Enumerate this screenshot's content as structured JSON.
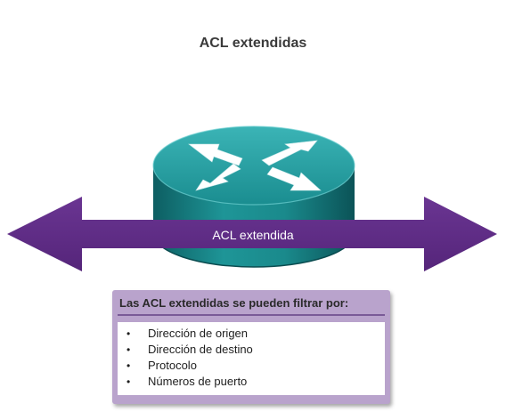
{
  "title": "ACL extendidas",
  "arrow": {
    "label": "ACL extendida",
    "color": "#5e2a84"
  },
  "router": {
    "icon": "router-icon",
    "color": "#1c8c8f"
  },
  "info_box": {
    "header": "Las ACL extendidas se pueden filtrar por:",
    "items": [
      "Dirección de origen",
      "Dirección de destino",
      "Protocolo",
      "Números de puerto"
    ],
    "colors": {
      "background": "#b9a3cc",
      "rule": "#7a5a97"
    }
  }
}
